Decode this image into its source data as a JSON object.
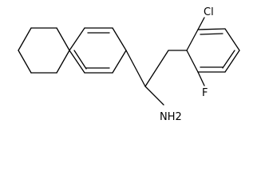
{
  "molecule": {
    "atom_labels": {
      "chlorine": "Cl",
      "fluorine": "F",
      "amine": "NH2"
    },
    "colors": {
      "bond": "#000000",
      "label": "#000000",
      "background": "#ffffff"
    }
  }
}
